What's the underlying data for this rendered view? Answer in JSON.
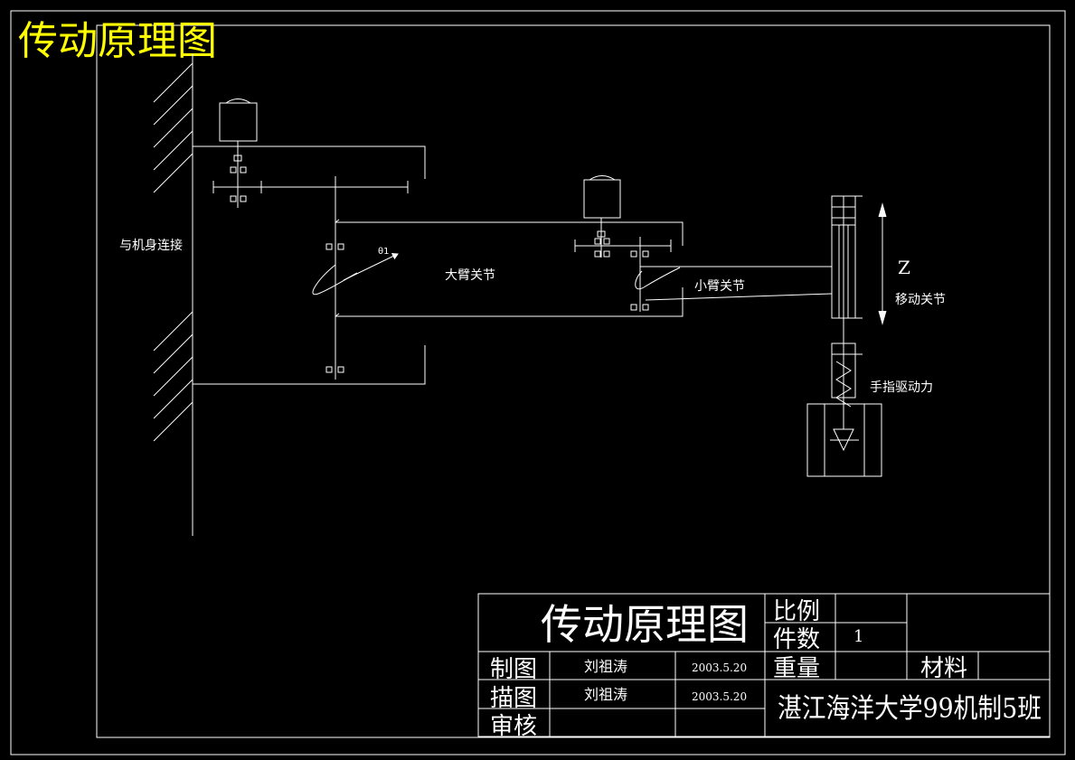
{
  "page_title": "传动原理图",
  "colors": {
    "background": "#000000",
    "line": "#ffffff",
    "title": "#ffff00"
  },
  "labels": {
    "body_connection": "与机身连接",
    "big_arm_joint": "大臂关节",
    "small_arm_joint": "小臂关节",
    "theta": "θ1",
    "z_axis": "Z",
    "moving_joint": "移动关节",
    "finger_drive": "手指驱动力"
  },
  "title_block": {
    "drawing_name": "传动原理图",
    "scale_label": "比例",
    "scale_value": "",
    "count_label": "件数",
    "count_value": "1",
    "weight_label": "重量",
    "weight_value": "",
    "material_label": "材料",
    "material_value": "",
    "drawn_label": "制图",
    "drawn_name": "刘祖涛",
    "drawn_date": "2003.5.20",
    "traced_label": "描图",
    "traced_name": "刘祖涛",
    "traced_date": "2003.5.20",
    "review_label": "审核",
    "review_name": "",
    "review_date": "",
    "organization": "湛江海洋大学99机制5班"
  }
}
